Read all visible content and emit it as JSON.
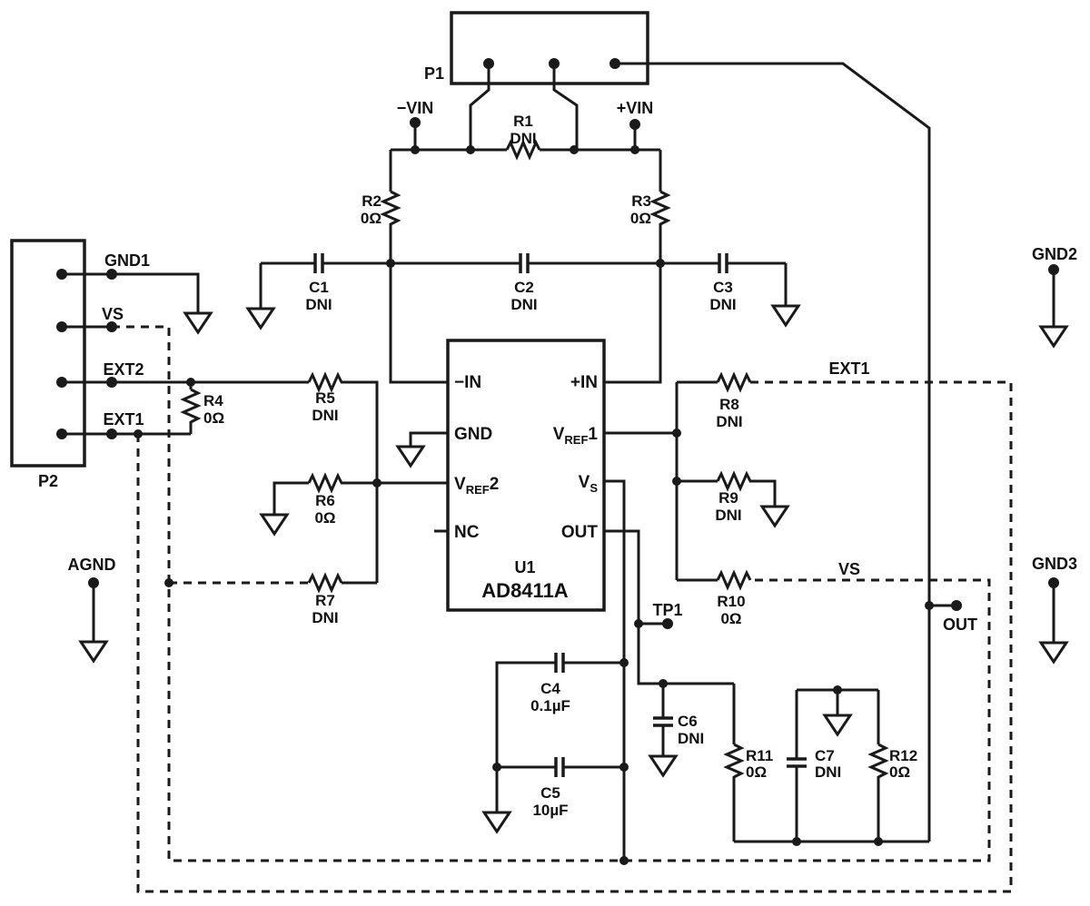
{
  "connectors": {
    "p1": "P1",
    "p2": "P2"
  },
  "input_terminals": {
    "neg_vin": "−VIN",
    "pos_vin": "+VIN"
  },
  "p2_signals": {
    "gnd1": "GND1",
    "vs": "VS",
    "ext2": "EXT2",
    "ext1": "EXT1"
  },
  "net_labels": {
    "ext1": "EXT1",
    "vs": "VS"
  },
  "test_points": {
    "tp1": "TP1",
    "out": "OUT"
  },
  "ground_terminals": {
    "agnd": "AGND",
    "gnd2": "GND2",
    "gnd3": "GND3"
  },
  "ic": {
    "ref": "U1",
    "part": "AD8411A",
    "pins": {
      "neg_in": "−IN",
      "gnd": "GND",
      "nc": "NC",
      "pos_in": "+IN",
      "out": "OUT",
      "vref2": {
        "base": "V",
        "sub": "REF",
        "num": "2"
      },
      "vref1": {
        "base": "V",
        "sub": "REF",
        "num": "1"
      },
      "vs": {
        "base": "V",
        "sub": "S",
        "num": ""
      }
    }
  },
  "components": {
    "r1": {
      "ref": "R1",
      "value": "DNI"
    },
    "r2": {
      "ref": "R2",
      "value": "0Ω"
    },
    "r3": {
      "ref": "R3",
      "value": "0Ω"
    },
    "r4": {
      "ref": "R4",
      "value": "0Ω"
    },
    "r5": {
      "ref": "R5",
      "value": "DNI"
    },
    "r6": {
      "ref": "R6",
      "value": "0Ω"
    },
    "r7": {
      "ref": "R7",
      "value": "DNI"
    },
    "r8": {
      "ref": "R8",
      "value": "DNI"
    },
    "r9": {
      "ref": "R9",
      "value": "DNI"
    },
    "r10": {
      "ref": "R10",
      "value": "0Ω"
    },
    "r11": {
      "ref": "R11",
      "value": "0Ω"
    },
    "r12": {
      "ref": "R12",
      "value": "0Ω"
    },
    "c1": {
      "ref": "C1",
      "value": "DNI"
    },
    "c2": {
      "ref": "C2",
      "value": "DNI"
    },
    "c3": {
      "ref": "C3",
      "value": "DNI"
    },
    "c4": {
      "ref": "C4",
      "value": "0.1µF"
    },
    "c5": {
      "ref": "C5",
      "value": "10µF"
    },
    "c6": {
      "ref": "C6",
      "value": "DNI"
    },
    "c7": {
      "ref": "C7",
      "value": "DNI"
    }
  }
}
